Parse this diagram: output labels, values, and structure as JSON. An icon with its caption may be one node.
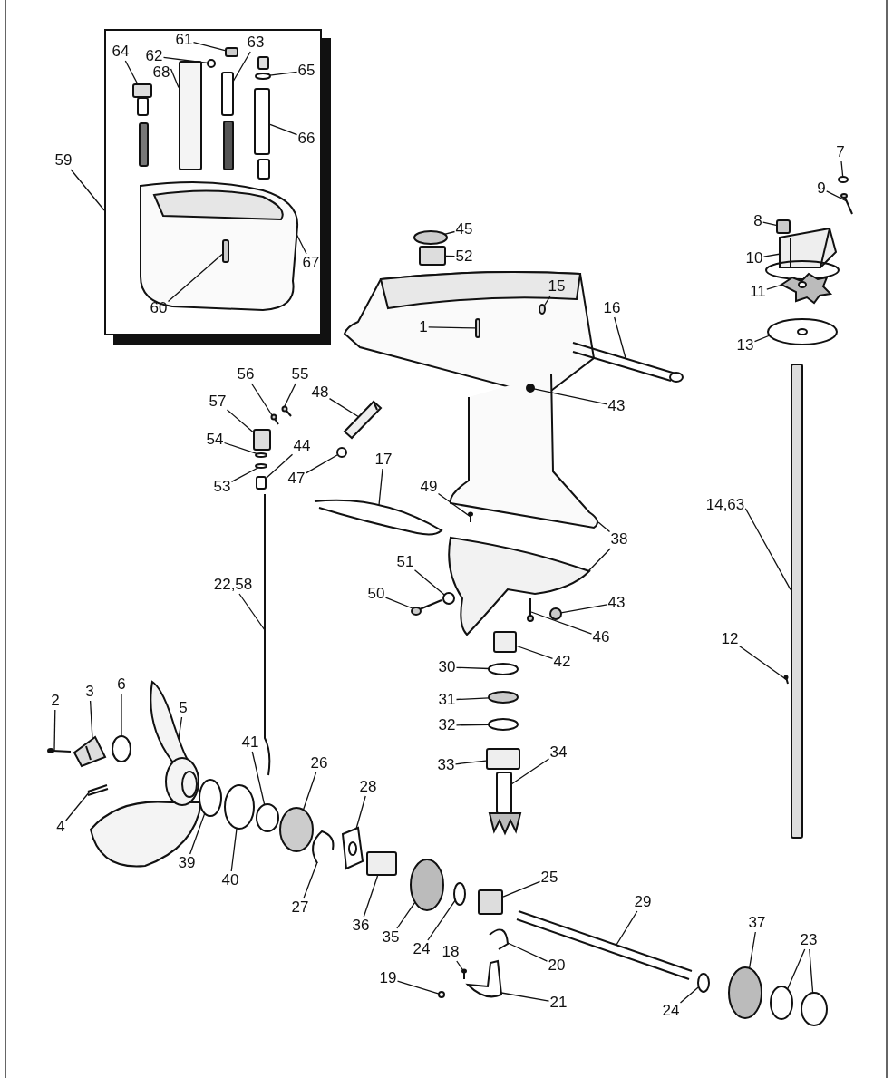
{
  "diagram": {
    "nodes": [
      {
        "text": [],
        "shape": "box"
      },
      {
        "text": [
          "64"
        ],
        "in": 0
      },
      {
        "text": [
          "62"
        ],
        "in": 0
      },
      {
        "text": [
          "61"
        ],
        "in": 0
      },
      {
        "text": [
          "63"
        ],
        "in": 0
      },
      {
        "text": [
          "65"
        ],
        "in": 0
      },
      {
        "text": [
          "68"
        ],
        "in": 0
      },
      {
        "text": [
          "66"
        ],
        "in": 0
      },
      {
        "text": [
          "67"
        ],
        "in": 0
      },
      {
        "text": [
          "60"
        ],
        "in": 0
      },
      {
        "text": [
          "59"
        ]
      },
      {
        "text": [
          "7"
        ]
      },
      {
        "text": [
          "9"
        ]
      },
      {
        "text": [
          "8"
        ]
      },
      {
        "text": [
          "45"
        ]
      },
      {
        "text": [
          "10"
        ]
      },
      {
        "text": [
          "52"
        ]
      },
      {
        "text": [
          "11"
        ]
      },
      {
        "text": [
          "15"
        ]
      },
      {
        "text": [
          "1"
        ]
      },
      {
        "text": [
          "16"
        ]
      },
      {
        "text": [
          "13"
        ]
      },
      {
        "text": [
          "56"
        ]
      },
      {
        "text": [
          "55"
        ]
      },
      {
        "text": [
          "57"
        ]
      },
      {
        "text": [
          "43"
        ]
      },
      {
        "text": [
          "48"
        ]
      },
      {
        "text": [
          "54"
        ]
      },
      {
        "text": [
          "44"
        ]
      },
      {
        "text": [
          "53"
        ]
      },
      {
        "text": [
          "47"
        ]
      },
      {
        "text": [
          "17"
        ]
      },
      {
        "text": [
          "49"
        ]
      },
      {
        "text": [
          "14,63"
        ]
      },
      {
        "text": [
          "38"
        ]
      },
      {
        "text": [
          "51"
        ]
      },
      {
        "text": [
          "22,58"
        ]
      },
      {
        "text": [
          "50"
        ]
      },
      {
        "text": [
          "43"
        ]
      },
      {
        "text": [
          "46"
        ]
      },
      {
        "text": [
          "12"
        ]
      },
      {
        "text": [
          "42"
        ]
      },
      {
        "text": [
          "30"
        ]
      },
      {
        "text": [
          "31"
        ]
      },
      {
        "text": [
          "32"
        ]
      },
      {
        "text": [
          "33"
        ]
      },
      {
        "text": [
          "34"
        ]
      },
      {
        "text": [
          "2"
        ]
      },
      {
        "text": [
          "3"
        ]
      },
      {
        "text": [
          "6"
        ]
      },
      {
        "text": [
          "5"
        ]
      },
      {
        "text": [
          "41"
        ]
      },
      {
        "text": [
          "26"
        ]
      },
      {
        "text": [
          "28"
        ]
      },
      {
        "text": [
          "4"
        ]
      },
      {
        "text": [
          "39"
        ]
      },
      {
        "text": [
          "40"
        ]
      },
      {
        "text": [
          "27"
        ]
      },
      {
        "text": [
          "25"
        ]
      },
      {
        "text": [
          "29"
        ]
      },
      {
        "text": [
          "36"
        ]
      },
      {
        "text": [
          "37"
        ]
      },
      {
        "text": [
          "35"
        ]
      },
      {
        "text": [
          "24"
        ]
      },
      {
        "text": [
          "23"
        ]
      },
      {
        "text": [
          "20"
        ]
      },
      {
        "text": [
          "18"
        ]
      },
      {
        "text": [
          "19"
        ]
      },
      {
        "text": [
          "21"
        ]
      },
      {
        "text": [
          "24"
        ]
      },
      {
        "text": [],
        "shape": "picture",
        "in": 0
      },
      {
        "text": [],
        "shape": "circle",
        "in": 0
      },
      {
        "text": [],
        "shape": "box",
        "in": 0
      },
      {
        "text": [],
        "shape": "picture",
        "in": 0
      },
      {
        "text": [],
        "shape": "circle",
        "in": 0
      },
      {
        "text": [],
        "shape": "box",
        "in": 0
      },
      {
        "text": [],
        "shape": "box",
        "in": 0
      },
      {
        "text": [],
        "shape": "box",
        "in": 0
      },
      {
        "text": [],
        "shape": "circle"
      },
      {
        "text": [],
        "shape": "picture"
      },
      {
        "text": [],
        "shape": "box"
      },
      {
        "text": [],
        "shape": "circle"
      },
      {
        "text": [],
        "shape": "picture"
      },
      {
        "text": [],
        "shape": "box"
      },
      {
        "text": [],
        "shape": "picture"
      },
      {
        "text": [],
        "shape": "circle"
      },
      {
        "text": [],
        "shape": "box"
      },
      {
        "text": [],
        "shape": "picture"
      },
      {
        "text": [],
        "shape": "picture"
      },
      {
        "text": [],
        "shape": "picture"
      },
      {
        "text": [],
        "shape": "box"
      },
      {
        "text": [],
        "shape": "circle"
      },
      {
        "text": [],
        "shape": "picture"
      },
      {
        "text": [],
        "shape": "circle"
      },
      {
        "text": [],
        "shape": "box"
      },
      {
        "text": [],
        "shape": "circle"
      },
      {
        "text": [],
        "shape": "circle"
      },
      {
        "text": [],
        "shape": "picture"
      },
      {
        "text": [],
        "shape": "box"
      },
      {
        "text": [],
        "shape": "circle"
      },
      {
        "text": [],
        "shape": "picture"
      },
      {
        "text": [],
        "shape": "circle"
      },
      {
        "text": [],
        "shape": "picture"
      },
      {
        "text": [],
        "shape": "picture"
      },
      {
        "text": [],
        "shape": "box"
      },
      {
        "text": [],
        "shape": "circle"
      },
      {
        "text": [],
        "shape": "circle"
      },
      {
        "text": [],
        "shape": "circle"
      },
      {
        "text": [],
        "shape": "box"
      },
      {
        "text": [],
        "shape": "picture"
      },
      {
        "text": [],
        "shape": "picture"
      },
      {
        "text": [],
        "shape": "picture"
      },
      {
        "text": [],
        "shape": "circle"
      },
      {
        "text": [],
        "shape": "circle"
      },
      {
        "text": [],
        "shape": "circle"
      },
      {
        "text": [],
        "shape": "picture"
      },
      {
        "text": [],
        "shape": "picture"
      },
      {
        "text": [],
        "shape": "circle"
      },
      {
        "text": [],
        "shape": "circle"
      },
      {
        "text": [],
        "shape": "picture"
      },
      {
        "text": [],
        "shape": "box"
      },
      {
        "text": [],
        "shape": "box"
      },
      {
        "text": [],
        "shape": "circle"
      },
      {
        "text": [],
        "shape": "circle"
      },
      {
        "text": [],
        "shape": "circle"
      },
      {
        "text": [],
        "shape": "circle"
      },
      {
        "text": [],
        "shape": "circle"
      },
      {
        "text": [],
        "shape": "picture"
      },
      {
        "text": [],
        "shape": "picture"
      },
      {
        "text": [],
        "shape": "circle"
      },
      {
        "text": [],
        "shape": "picture"
      },
      {
        "text": [],
        "shape": "circle"
      }
    ],
    "edges": [
      {
        "from": 1,
        "to": 70,
        "arrow": "none"
      },
      {
        "from": 2,
        "to": 71,
        "arrow": "none"
      },
      {
        "from": 3,
        "to": 72,
        "arrow": "none"
      },
      {
        "from": 4,
        "to": 73,
        "arrow": "none"
      },
      {
        "from": 5,
        "to": 74,
        "arrow": "none"
      },
      {
        "from": 6,
        "to": 75,
        "arrow": "none"
      },
      {
        "from": 7,
        "to": 76,
        "arrow": "none"
      },
      {
        "from": 8,
        "to": null,
        "arrow": "none"
      },
      {
        "from": 9,
        "to": 77,
        "arrow": "none"
      },
      {
        "from": 10,
        "to": 0,
        "arrow": "none"
      },
      {
        "from": 11,
        "to": 78,
        "arrow": "none"
      },
      {
        "from": 12,
        "to": 79,
        "arrow": "none"
      },
      {
        "from": 13,
        "to": 80,
        "arrow": "none"
      },
      {
        "from": 14,
        "to": 81,
        "arrow": "none"
      },
      {
        "from": 15,
        "to": 82,
        "arrow": "none"
      },
      {
        "from": 16,
        "to": 83,
        "arrow": "none"
      },
      {
        "from": 17,
        "to": 84,
        "arrow": "none"
      },
      {
        "from": 18,
        "to": 85,
        "arrow": "none"
      },
      {
        "from": 19,
        "to": 86,
        "arrow": "none"
      },
      {
        "from": 20,
        "to": null,
        "arrow": "none"
      },
      {
        "from": 21,
        "to": 87,
        "arrow": "none"
      },
      {
        "from": 22,
        "to": 88,
        "arrow": "none"
      },
      {
        "from": 23,
        "to": 89,
        "arrow": "none"
      },
      {
        "from": 24,
        "to": 90,
        "arrow": "none"
      },
      {
        "from": 25,
        "to": 91,
        "arrow": "none"
      },
      {
        "from": 26,
        "to": 92,
        "arrow": "none"
      },
      {
        "from": 27,
        "to": 93,
        "arrow": "none"
      },
      {
        "from": 28,
        "to": 94,
        "arrow": "none"
      },
      {
        "from": 29,
        "to": 95,
        "arrow": "none"
      },
      {
        "from": 30,
        "to": 96,
        "arrow": "none"
      },
      {
        "from": 31,
        "to": null,
        "arrow": "none"
      },
      {
        "from": 32,
        "to": 97,
        "arrow": "none"
      },
      {
        "from": 33,
        "to": 98,
        "arrow": "none"
      },
      {
        "from": 34,
        "to": null,
        "arrow": "none"
      },
      {
        "from": 34,
        "to": null,
        "arrow": "none"
      },
      {
        "from": 35,
        "to": 99,
        "arrow": "none"
      },
      {
        "from": 36,
        "to": null,
        "arrow": "none"
      },
      {
        "from": 37,
        "to": 100,
        "arrow": "none"
      },
      {
        "from": 38,
        "to": 101,
        "arrow": "none"
      },
      {
        "from": 39,
        "to": 102,
        "arrow": "none"
      },
      {
        "from": 40,
        "to": 103,
        "arrow": "none"
      },
      {
        "from": 41,
        "to": 104,
        "arrow": "none"
      },
      {
        "from": 42,
        "to": 105,
        "arrow": "none"
      },
      {
        "from": 43,
        "to": 106,
        "arrow": "none"
      },
      {
        "from": 44,
        "to": 107,
        "arrow": "none"
      },
      {
        "from": 45,
        "to": 108,
        "arrow": "none"
      },
      {
        "from": 46,
        "to": 109,
        "arrow": "none"
      },
      {
        "from": 47,
        "to": 110,
        "arrow": "none"
      },
      {
        "from": 48,
        "to": 111,
        "arrow": "none"
      },
      {
        "from": 49,
        "to": 112,
        "arrow": "none"
      },
      {
        "from": 50,
        "to": null,
        "arrow": "none"
      },
      {
        "from": 51,
        "to": 113,
        "arrow": "none"
      },
      {
        "from": 52,
        "to": 114,
        "arrow": "none"
      },
      {
        "from": 53,
        "to": 115,
        "arrow": "none"
      },
      {
        "from": 54,
        "to": 116,
        "arrow": "none"
      },
      {
        "from": 55,
        "to": 117,
        "arrow": "none"
      },
      {
        "from": 56,
        "to": 118,
        "arrow": "none"
      },
      {
        "from": 57,
        "to": 119,
        "arrow": "none"
      },
      {
        "from": 58,
        "to": 120,
        "arrow": "none"
      },
      {
        "from": 59,
        "to": null,
        "arrow": "none"
      },
      {
        "from": 60,
        "to": 121,
        "arrow": "none"
      },
      {
        "from": 61,
        "to": 122,
        "arrow": "none"
      },
      {
        "from": 62,
        "to": 123,
        "arrow": "none"
      },
      {
        "from": 63,
        "to": 124,
        "arrow": "none"
      },
      {
        "from": 64,
        "to": 125,
        "arrow": "none"
      },
      {
        "from": 64,
        "to": 126,
        "arrow": "none"
      },
      {
        "from": 65,
        "to": 127,
        "arrow": "none"
      },
      {
        "from": 66,
        "to": 128,
        "arrow": "none"
      },
      {
        "from": 67,
        "to": 129,
        "arrow": "none"
      },
      {
        "from": 68,
        "to": 130,
        "arrow": "none"
      },
      {
        "from": 69,
        "to": 131,
        "arrow": "none"
      }
    ]
  }
}
